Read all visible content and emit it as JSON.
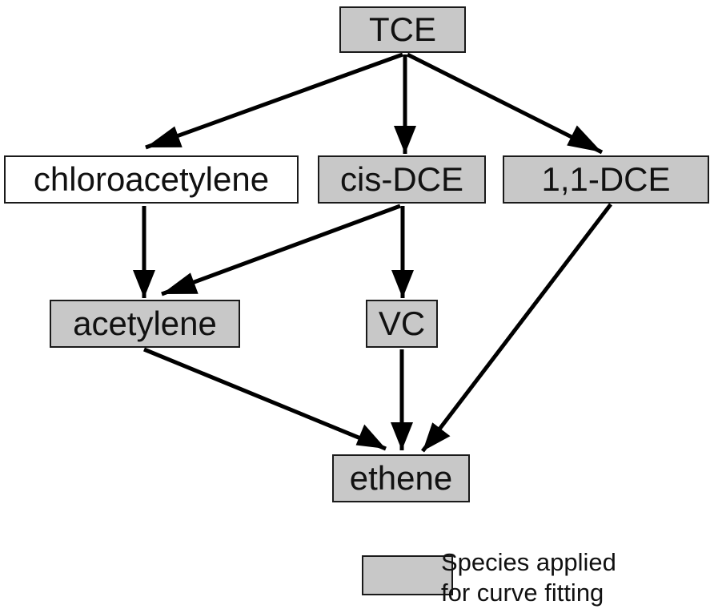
{
  "nodes": {
    "tce": "TCE",
    "chloroacetylene": "chloroacetylene",
    "cis_dce": "cis-DCE",
    "dce_11": "1,1-DCE",
    "acetylene": "acetylene",
    "vc": "VC",
    "ethene": "ethene"
  },
  "fitted_species": [
    "TCE",
    "cis-DCE",
    "1,1-DCE",
    "acetylene",
    "VC",
    "ethene"
  ],
  "edges": [
    {
      "from": "TCE",
      "to": "chloroacetylene"
    },
    {
      "from": "TCE",
      "to": "cis-DCE"
    },
    {
      "from": "TCE",
      "to": "1,1-DCE"
    },
    {
      "from": "chloroacetylene",
      "to": "acetylene"
    },
    {
      "from": "cis-DCE",
      "to": "acetylene"
    },
    {
      "from": "cis-DCE",
      "to": "VC"
    },
    {
      "from": "1,1-DCE",
      "to": "ethene"
    },
    {
      "from": "acetylene",
      "to": "ethene"
    },
    {
      "from": "VC",
      "to": "ethene"
    }
  ],
  "legend": {
    "line1": "Species applied",
    "line2": "for curve fitting"
  },
  "colors": {
    "fitted_fill": "#c8c8c8",
    "unfitted_fill": "#ffffff",
    "stroke": "#000000"
  }
}
